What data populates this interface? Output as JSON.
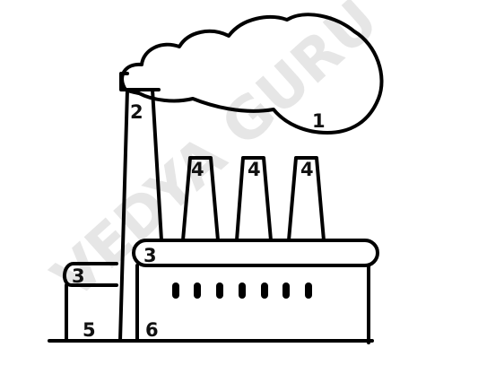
{
  "labels": {
    "cloud": "1",
    "tall_chimney": "2",
    "right_roof": "3",
    "left_roof": "3",
    "chimney_left": "4",
    "chimney_middle": "4",
    "chimney_right": "4",
    "small_block": "5",
    "base_tall": "6"
  },
  "watermark": "VEDYA GURU"
}
